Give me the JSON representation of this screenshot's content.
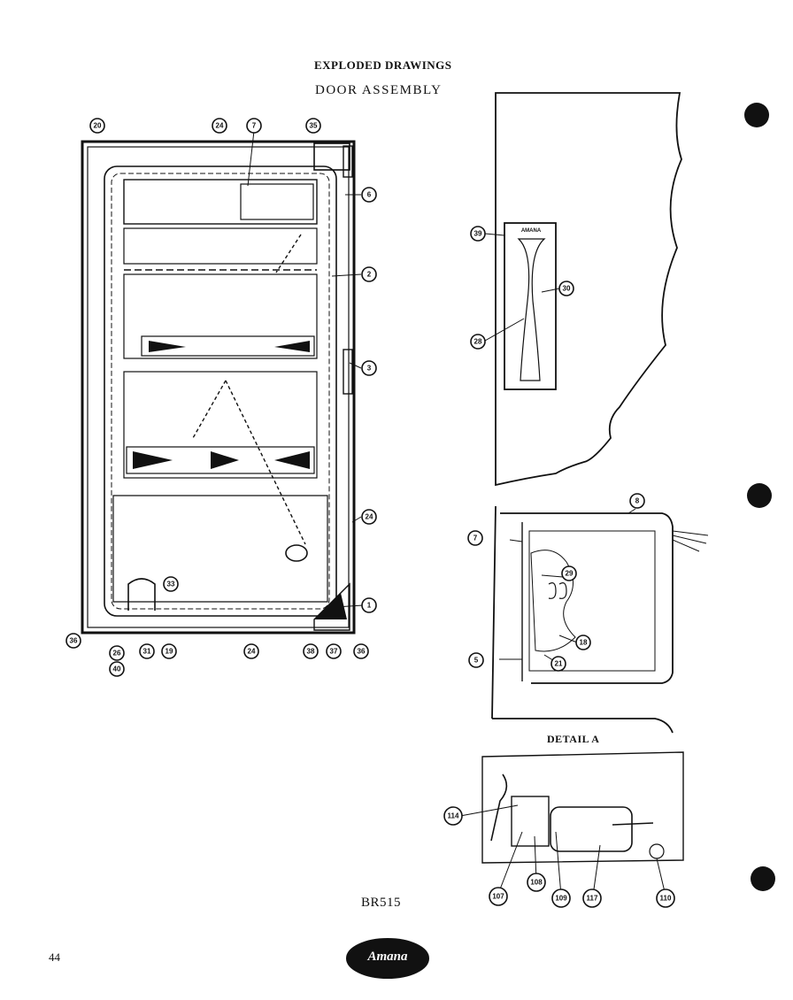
{
  "header": {
    "title": "EXPLODED DRAWINGS",
    "subtitle": "DOOR ASSEMBLY"
  },
  "detail_label": "DETAIL A",
  "model": "BR515",
  "page_number": "44",
  "logo_text": "Amana",
  "handle_label": [
    "AMANA"
  ],
  "callouts": [
    {
      "id": "c-20-tl",
      "label": "20"
    },
    {
      "id": "c-24-top",
      "label": "24"
    },
    {
      "id": "c-7-top",
      "label": "7"
    },
    {
      "id": "c-35-tr",
      "label": "35"
    },
    {
      "id": "c-6",
      "label": "6"
    },
    {
      "id": "c-2",
      "label": "2"
    },
    {
      "id": "c-3",
      "label": "3"
    },
    {
      "id": "c-24-right",
      "label": "24"
    },
    {
      "id": "c-1",
      "label": "1"
    },
    {
      "id": "c-33",
      "label": "33"
    },
    {
      "id": "c-36-bl",
      "label": "36"
    },
    {
      "id": "c-26",
      "label": "26"
    },
    {
      "id": "c-40",
      "label": "40"
    },
    {
      "id": "c-31",
      "label": "31"
    },
    {
      "id": "c-19",
      "label": "19"
    },
    {
      "id": "c-24-bottom",
      "label": "24"
    },
    {
      "id": "c-38",
      "label": "38"
    },
    {
      "id": "c-37",
      "label": "37"
    },
    {
      "id": "c-36-br",
      "label": "36"
    },
    {
      "id": "c-39",
      "label": "39"
    },
    {
      "id": "c-30",
      "label": "30"
    },
    {
      "id": "c-28",
      "label": "28"
    },
    {
      "id": "c-8",
      "label": "8"
    },
    {
      "id": "c-7-detail",
      "label": "7"
    },
    {
      "id": "c-29",
      "label": "29"
    },
    {
      "id": "c-18",
      "label": "18"
    },
    {
      "id": "c-21",
      "label": "21"
    },
    {
      "id": "c-5",
      "label": "5"
    },
    {
      "id": "c-114",
      "label": "114"
    },
    {
      "id": "c-107",
      "label": "107"
    },
    {
      "id": "c-108",
      "label": "108"
    },
    {
      "id": "c-109",
      "label": "109"
    },
    {
      "id": "c-117",
      "label": "117"
    },
    {
      "id": "c-110",
      "label": "110"
    }
  ]
}
